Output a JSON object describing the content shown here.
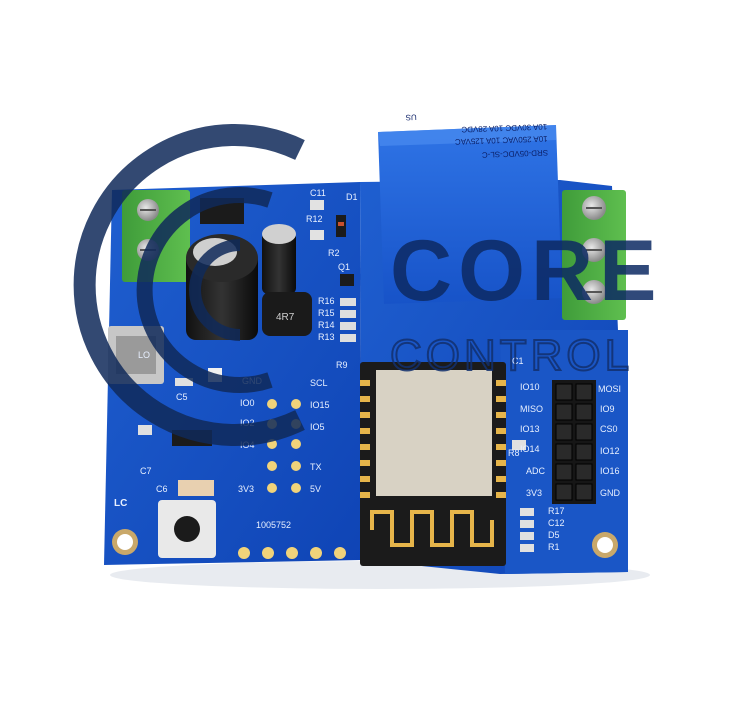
{
  "relay": {
    "model": "SRD-05VDC-SL-C",
    "rating_lines": [
      "10A 250VAC 10A 125VAC",
      "10A 30VDC 10A 28VDC"
    ],
    "cert": "US"
  },
  "watermark": {
    "logo_text": [
      "CORE",
      "CONTROL"
    ]
  },
  "board": {
    "labels": {
      "lc": "LC",
      "serial": "1005752",
      "c11": "C11",
      "d1": "D1",
      "r12": "R12",
      "r2": "R2",
      "q1": "Q1",
      "r16": "R16",
      "r15": "R15",
      "r14": "R14",
      "r13": "R13",
      "r9": "R9",
      "c1": "C1",
      "c5": "C5",
      "c6": "C6",
      "c7": "C7",
      "r8": "R8",
      "gnd": "GND",
      "scl": "SCL",
      "io15": "IO15",
      "io0": "IO0",
      "io2": "IO2",
      "io4": "IO4",
      "io5": "IO5",
      "tx": "TX",
      "v3a": "3V3",
      "v5": "5V",
      "r17": "R17",
      "c12": "C12",
      "d5": "D5",
      "r1": "R1",
      "inductor": "4R7",
      "lo": "LO"
    },
    "header_left": [
      "IO10",
      "MISO",
      "IO13",
      "IO14",
      "ADC",
      "3V3"
    ],
    "header_right": [
      "MOSI",
      "IO9",
      "CS0",
      "IO12",
      "IO16",
      "GND"
    ]
  }
}
